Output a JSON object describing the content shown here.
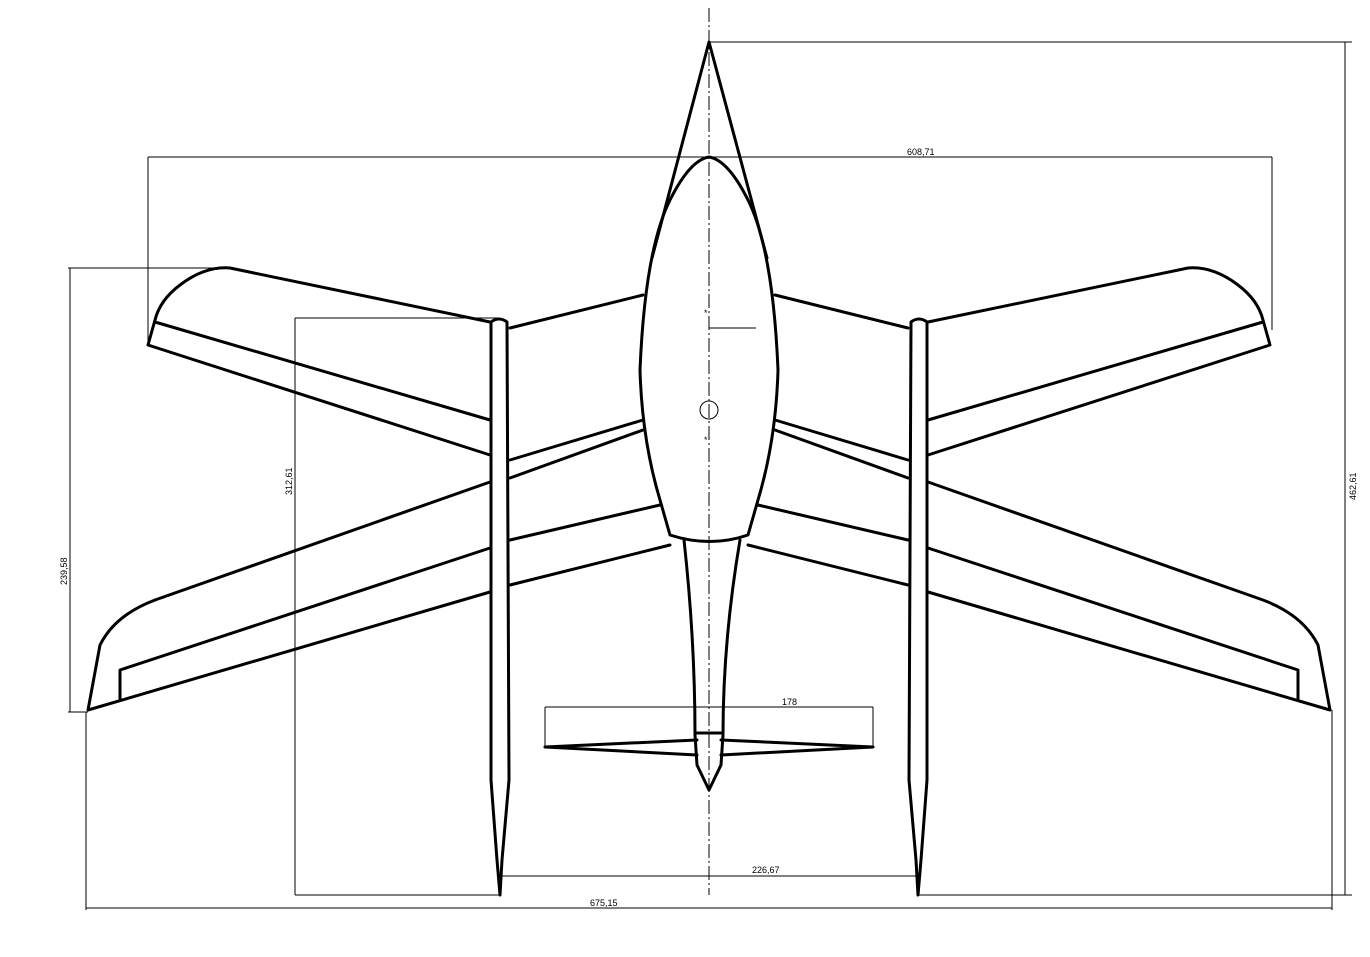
{
  "drawing": {
    "dimensions": {
      "wingspan_front": "608,71",
      "overall_length": "462,61",
      "boom_length": "312,61",
      "rear_wing_chord_height": "239,58",
      "tailplane_span": "178",
      "boom_spacing": "226,67",
      "wingspan_rear": "675,15"
    }
  }
}
